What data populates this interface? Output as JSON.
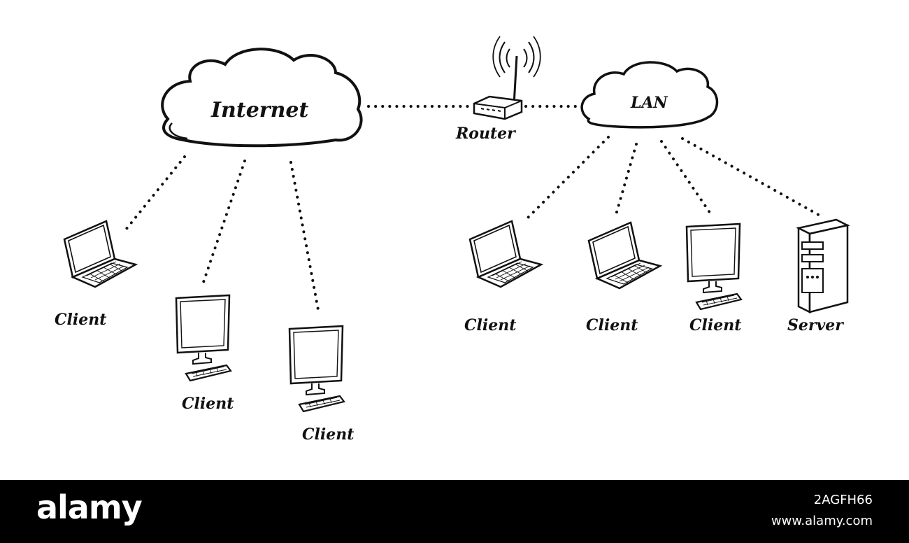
{
  "diagram": {
    "clouds": {
      "internet": "Internet",
      "lan": "LAN"
    },
    "router": "Router",
    "internet_clients": [
      "Client",
      "Client",
      "Client"
    ],
    "lan_clients": [
      "Client",
      "Client",
      "Client"
    ],
    "server": "Server"
  },
  "footer": {
    "brand": "alamy",
    "image_id": "2AGFH66",
    "url": "www.alamy.com"
  },
  "colors": {
    "ink": "#111111",
    "footer_bg": "#000000",
    "footer_text": "#ffffff"
  }
}
